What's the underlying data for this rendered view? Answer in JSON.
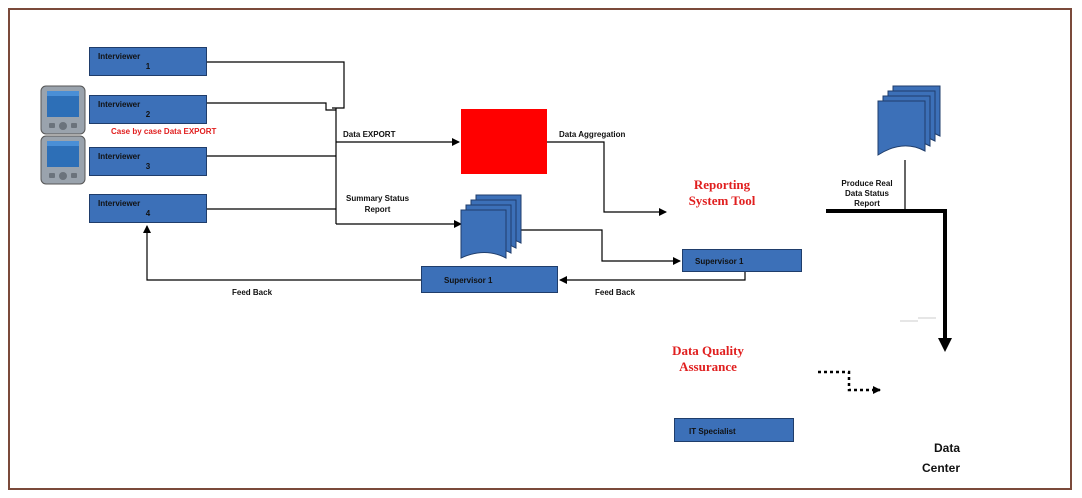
{
  "interviewers": [
    {
      "title": "Interviewer",
      "num": "1"
    },
    {
      "title": "Interviewer",
      "num": "2"
    },
    {
      "title": "Interviewer",
      "num": "3"
    },
    {
      "title": "Interviewer",
      "num": "4"
    }
  ],
  "labels": {
    "case_export": "Case by case Data EXPORT",
    "data_export": "Data EXPORT",
    "data_aggregation": "Data Aggregation",
    "summary_status_l1": "Summary Status",
    "summary_status_l2": "Report",
    "reporting_l1": "Reporting",
    "reporting_l2": "System Tool",
    "produce_l1": "Produce Real",
    "produce_l2": "Data Status",
    "produce_l3": "Report",
    "supervisor_right": "Supervisor 1",
    "supervisor_mid": "Supervisor 1",
    "feedback_left": "Feed Back",
    "feedback_right": "Feed Back",
    "dqa_l1": "Data Quality",
    "dqa_l2": "Assurance",
    "it_specialist": "IT  Specialist",
    "data_center_l1": "Data",
    "data_center_l2": "Center"
  },
  "colors": {
    "box_blue": "#3c70b8",
    "aggregator_red": "#ff0000",
    "accent_red": "#e01f1f"
  }
}
